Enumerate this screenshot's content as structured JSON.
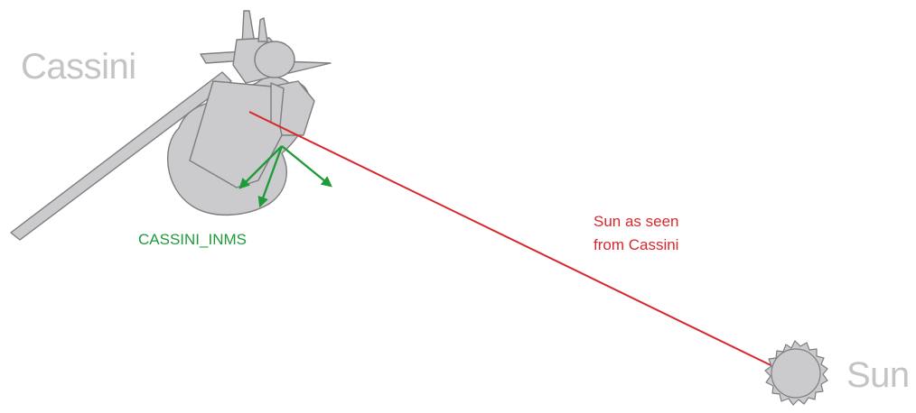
{
  "labels": {
    "cassini": "Cassini",
    "sun": "Sun",
    "instrument": "CASSINI_INMS",
    "sun_vector_line1": "Sun as seen",
    "sun_vector_line2": "from Cassini"
  },
  "colors": {
    "body_fill": "#cbcbcd",
    "body_stroke": "#7e7e80",
    "label_gray": "#c4c4c6",
    "frame_green": "#1f9b3a",
    "sun_vector_red": "#d8282d"
  },
  "icons": {
    "spacecraft": "cassini-spacecraft-icon",
    "sun": "sun-icon"
  }
}
